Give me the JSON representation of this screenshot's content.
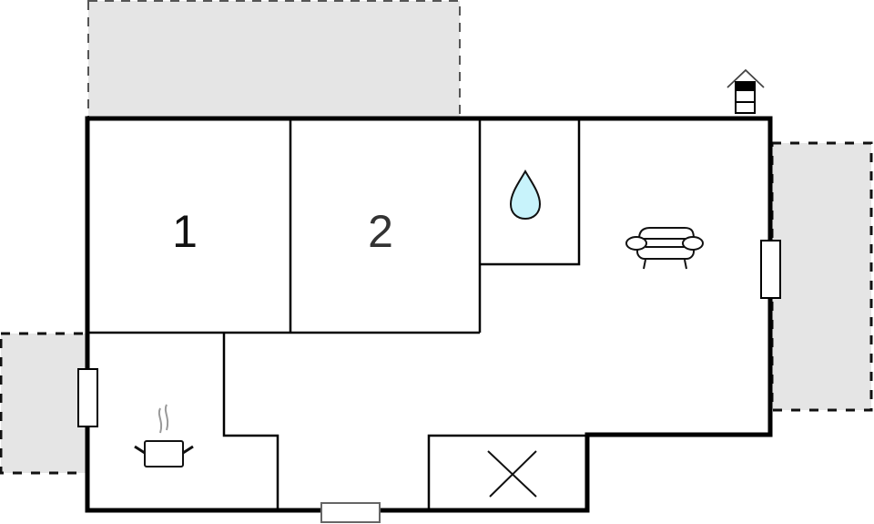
{
  "diagram": {
    "type": "floor-plan",
    "colors": {
      "wall": "#000000",
      "terrace_fill": "#e5e5e5",
      "terrace_border": "#555555",
      "water_drop_fill": "#c8f3fb",
      "background": "#ffffff"
    },
    "rooms": [
      {
        "id": "bedroom-1",
        "label": "1"
      },
      {
        "id": "bedroom-2",
        "label": "2"
      },
      {
        "id": "bathroom",
        "icon": "water-drop-icon"
      },
      {
        "id": "living-room",
        "icon": "sofa-icon"
      },
      {
        "id": "kitchen",
        "icon": "cooking-pot-icon"
      },
      {
        "id": "storage",
        "icon": "cross-icon"
      }
    ],
    "terraces": [
      "top-terrace",
      "right-terrace",
      "left-terrace"
    ],
    "windows": [
      "left-window",
      "right-window",
      "bottom-window"
    ],
    "markers": [
      {
        "id": "entrance",
        "icon": "house-entrance-icon"
      }
    ]
  }
}
